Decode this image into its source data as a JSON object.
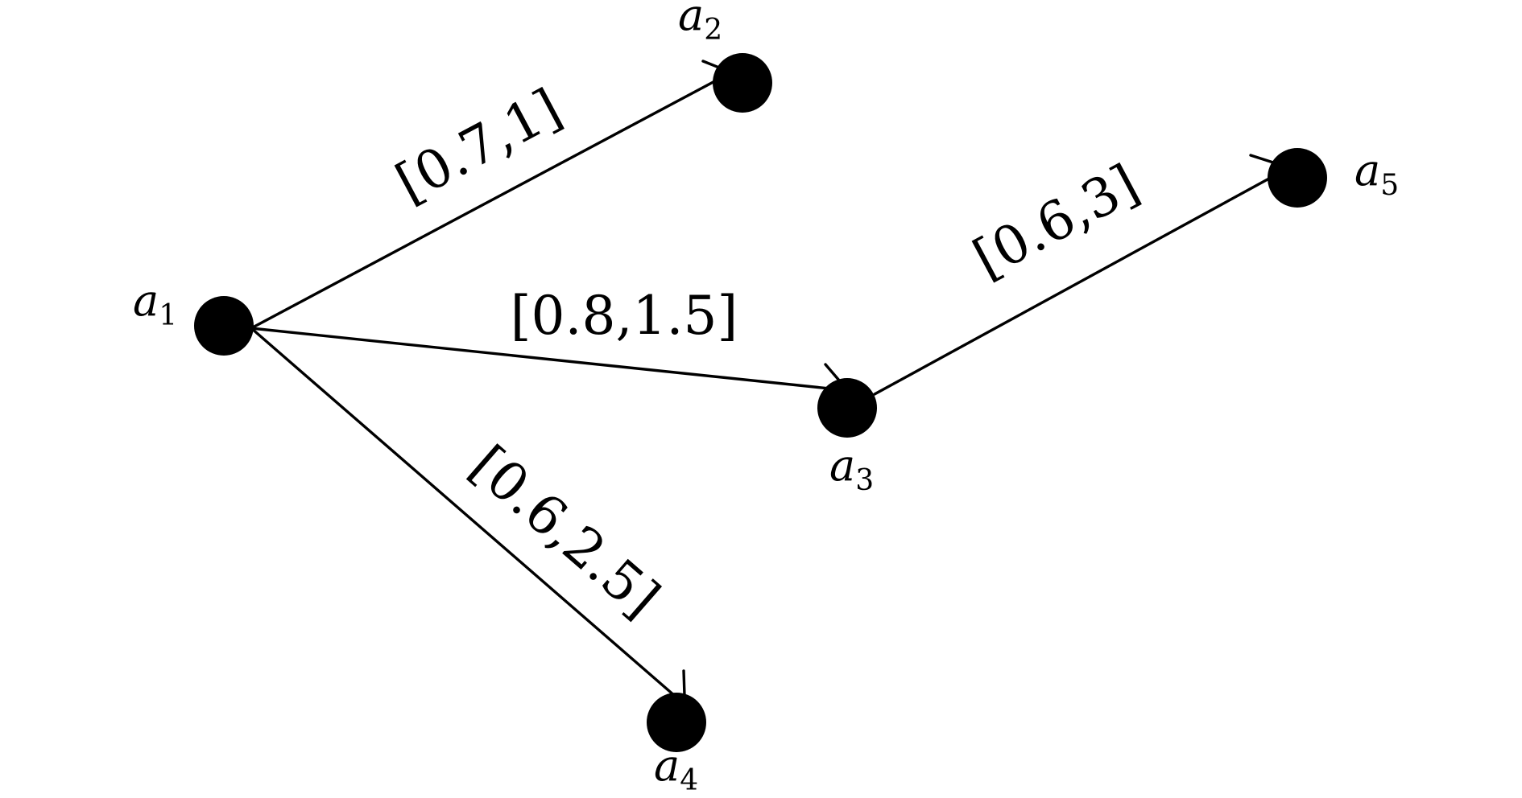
{
  "nodes": [
    {
      "id": "a1",
      "base": "a",
      "sub": "1"
    },
    {
      "id": "a2",
      "base": "a",
      "sub": "2"
    },
    {
      "id": "a3",
      "base": "a",
      "sub": "3"
    },
    {
      "id": "a4",
      "base": "a",
      "sub": "4"
    },
    {
      "id": "a5",
      "base": "a",
      "sub": "5"
    }
  ],
  "edges": [
    {
      "from": "a1",
      "to": "a2",
      "label": "[0.7,1]"
    },
    {
      "from": "a1",
      "to": "a3",
      "label": "[0.8,1.5]"
    },
    {
      "from": "a1",
      "to": "a4",
      "label": "[0.6,2.5]"
    },
    {
      "from": "a3",
      "to": "a5",
      "label": "[0.6,3]"
    }
  ],
  "colors": {
    "ink": "#000000",
    "background": "#ffffff"
  }
}
